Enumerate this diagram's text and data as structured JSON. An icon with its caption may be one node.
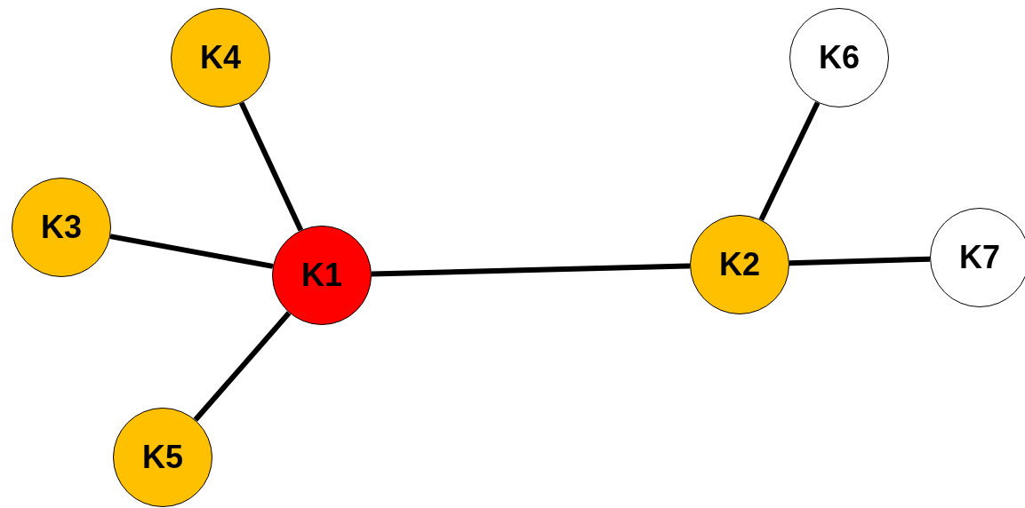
{
  "diagram": {
    "nodes": [
      {
        "text": [
          "K4"
        ]
      },
      {
        "text": [
          "K6"
        ]
      },
      {
        "text": [
          "K3"
        ]
      },
      {
        "text": [
          "K1"
        ]
      },
      {
        "text": [
          "K2"
        ]
      },
      {
        "text": [
          "K7"
        ]
      },
      {
        "text": [
          "K5"
        ]
      }
    ],
    "edges": [
      {
        "from": 3,
        "to": 0,
        "arrow": "none"
      },
      {
        "from": 3,
        "to": 2,
        "arrow": "none"
      },
      {
        "from": 3,
        "to": 6,
        "arrow": "none"
      },
      {
        "from": 3,
        "to": 4,
        "arrow": "none"
      },
      {
        "from": 4,
        "to": 1,
        "arrow": "none"
      },
      {
        "from": 4,
        "to": 5,
        "arrow": "none"
      }
    ]
  }
}
